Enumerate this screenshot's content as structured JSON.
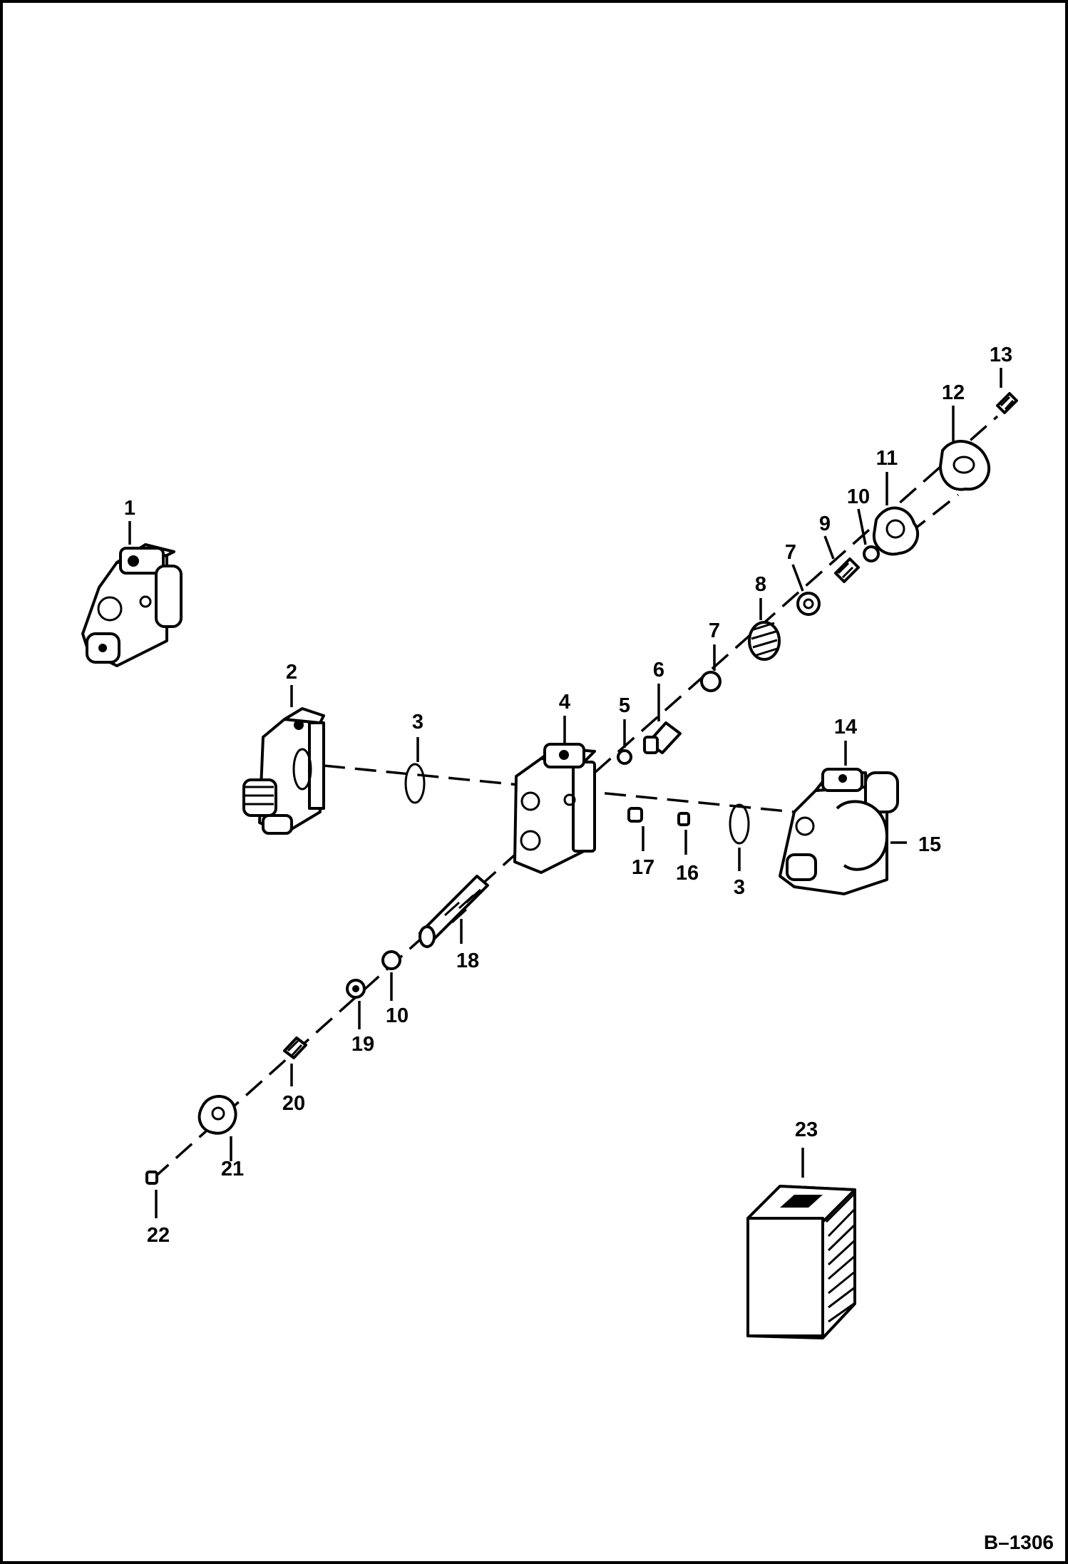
{
  "title": "",
  "figure_id": "B–1306",
  "callouts": [
    {
      "id": "c1",
      "text": "1"
    },
    {
      "id": "c2",
      "text": "2"
    },
    {
      "id": "c3a",
      "text": "3"
    },
    {
      "id": "c3b",
      "text": "3"
    },
    {
      "id": "c4",
      "text": "4"
    },
    {
      "id": "c5",
      "text": "5"
    },
    {
      "id": "c6",
      "text": "6"
    },
    {
      "id": "c7a",
      "text": "7"
    },
    {
      "id": "c7b",
      "text": "7"
    },
    {
      "id": "c8",
      "text": "8"
    },
    {
      "id": "c9",
      "text": "9"
    },
    {
      "id": "c10a",
      "text": "10"
    },
    {
      "id": "c10b",
      "text": "10"
    },
    {
      "id": "c11",
      "text": "11"
    },
    {
      "id": "c12",
      "text": "12"
    },
    {
      "id": "c13",
      "text": "13"
    },
    {
      "id": "c14",
      "text": "14"
    },
    {
      "id": "c15",
      "text": "15"
    },
    {
      "id": "c16",
      "text": "16"
    },
    {
      "id": "c17",
      "text": "17"
    },
    {
      "id": "c18",
      "text": "18"
    },
    {
      "id": "c19",
      "text": "19"
    },
    {
      "id": "c20",
      "text": "20"
    },
    {
      "id": "c21",
      "text": "21"
    },
    {
      "id": "c22",
      "text": "22"
    },
    {
      "id": "c23",
      "text": "23"
    }
  ]
}
